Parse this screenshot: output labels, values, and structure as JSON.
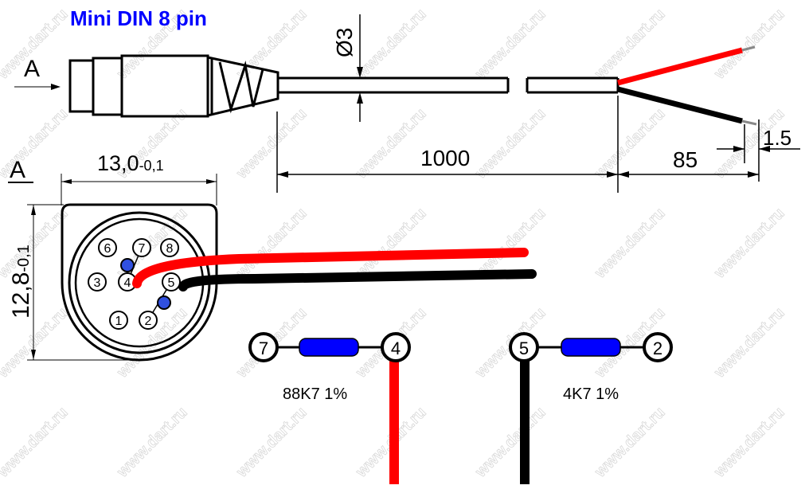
{
  "title": "Mini DIN 8 pin",
  "watermark": "www.dart.ru",
  "side_view": {
    "view_label": "A",
    "diameter_label": "Ø3",
    "cable_length": "1000",
    "strip_length": "85",
    "tip_length": "1.5"
  },
  "front_view": {
    "view_label": "A",
    "width_main": "13,0",
    "width_tol": "-0,1",
    "height_main": "12,8",
    "height_tol": "-0,1",
    "pins": [
      "1",
      "2",
      "3",
      "4",
      "5",
      "6",
      "7",
      "8"
    ]
  },
  "schematic": [
    {
      "pin_a": "7",
      "pin_b": "4",
      "resistor": "88K7 1%",
      "wire_color": "#ff0000"
    },
    {
      "pin_a": "5",
      "pin_b": "2",
      "resistor": "4K7 1%",
      "wire_color": "#000000"
    }
  ],
  "colors": {
    "title": "#0000ff",
    "resistor": "#0000ff",
    "red_wire": "#ff0000",
    "black_wire": "#000000",
    "pin_dot": "#3050e0"
  }
}
